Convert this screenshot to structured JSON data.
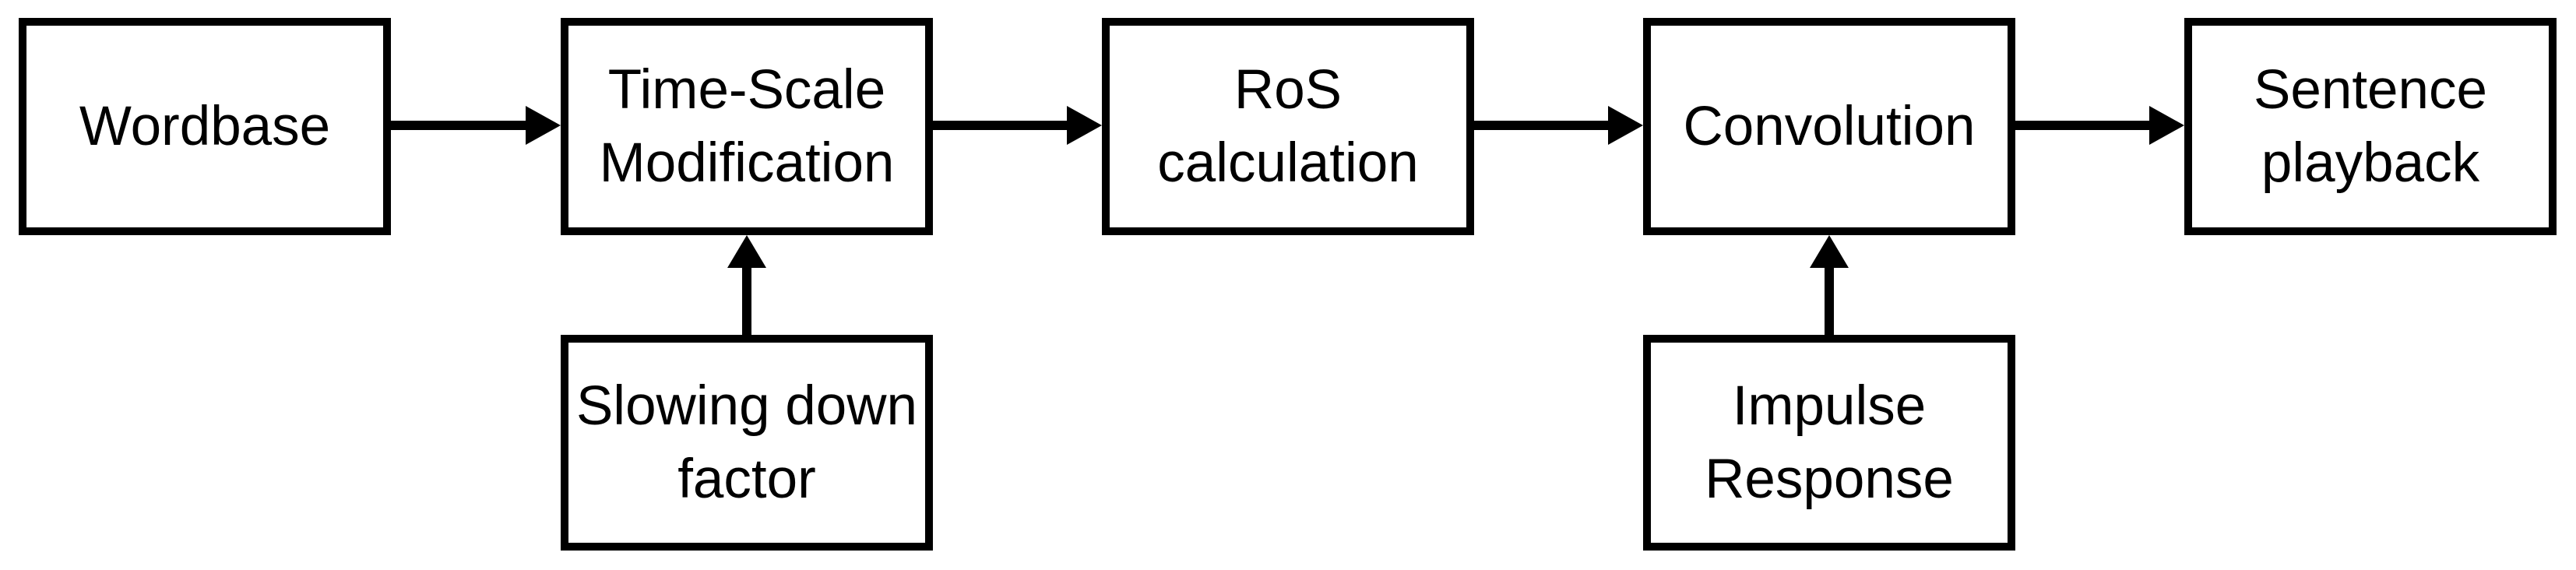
{
  "diagram": {
    "type": "flowchart",
    "colors": {
      "background": "#ffffff",
      "line": "#000000",
      "text": "#000000",
      "box_fill": "#ffffff"
    },
    "nodes": [
      {
        "id": "wordbase",
        "label": "Wordbase"
      },
      {
        "id": "time-scale-modification",
        "label": "Time-Scale\nModification"
      },
      {
        "id": "ros-calculation",
        "label": "RoS\ncalculation"
      },
      {
        "id": "convolution",
        "label": "Convolution"
      },
      {
        "id": "sentence-playback",
        "label": "Sentence\nplayback"
      },
      {
        "id": "slowing-down-factor",
        "label": "Slowing down\nfactor"
      },
      {
        "id": "impulse-response",
        "label": "Impulse\nResponse"
      }
    ],
    "edges": [
      {
        "from": "wordbase",
        "to": "time-scale-modification",
        "direction": "right"
      },
      {
        "from": "time-scale-modification",
        "to": "ros-calculation",
        "direction": "right"
      },
      {
        "from": "ros-calculation",
        "to": "convolution",
        "direction": "right"
      },
      {
        "from": "convolution",
        "to": "sentence-playback",
        "direction": "right"
      },
      {
        "from": "slowing-down-factor",
        "to": "time-scale-modification",
        "direction": "up"
      },
      {
        "from": "impulse-response",
        "to": "convolution",
        "direction": "up"
      }
    ]
  }
}
